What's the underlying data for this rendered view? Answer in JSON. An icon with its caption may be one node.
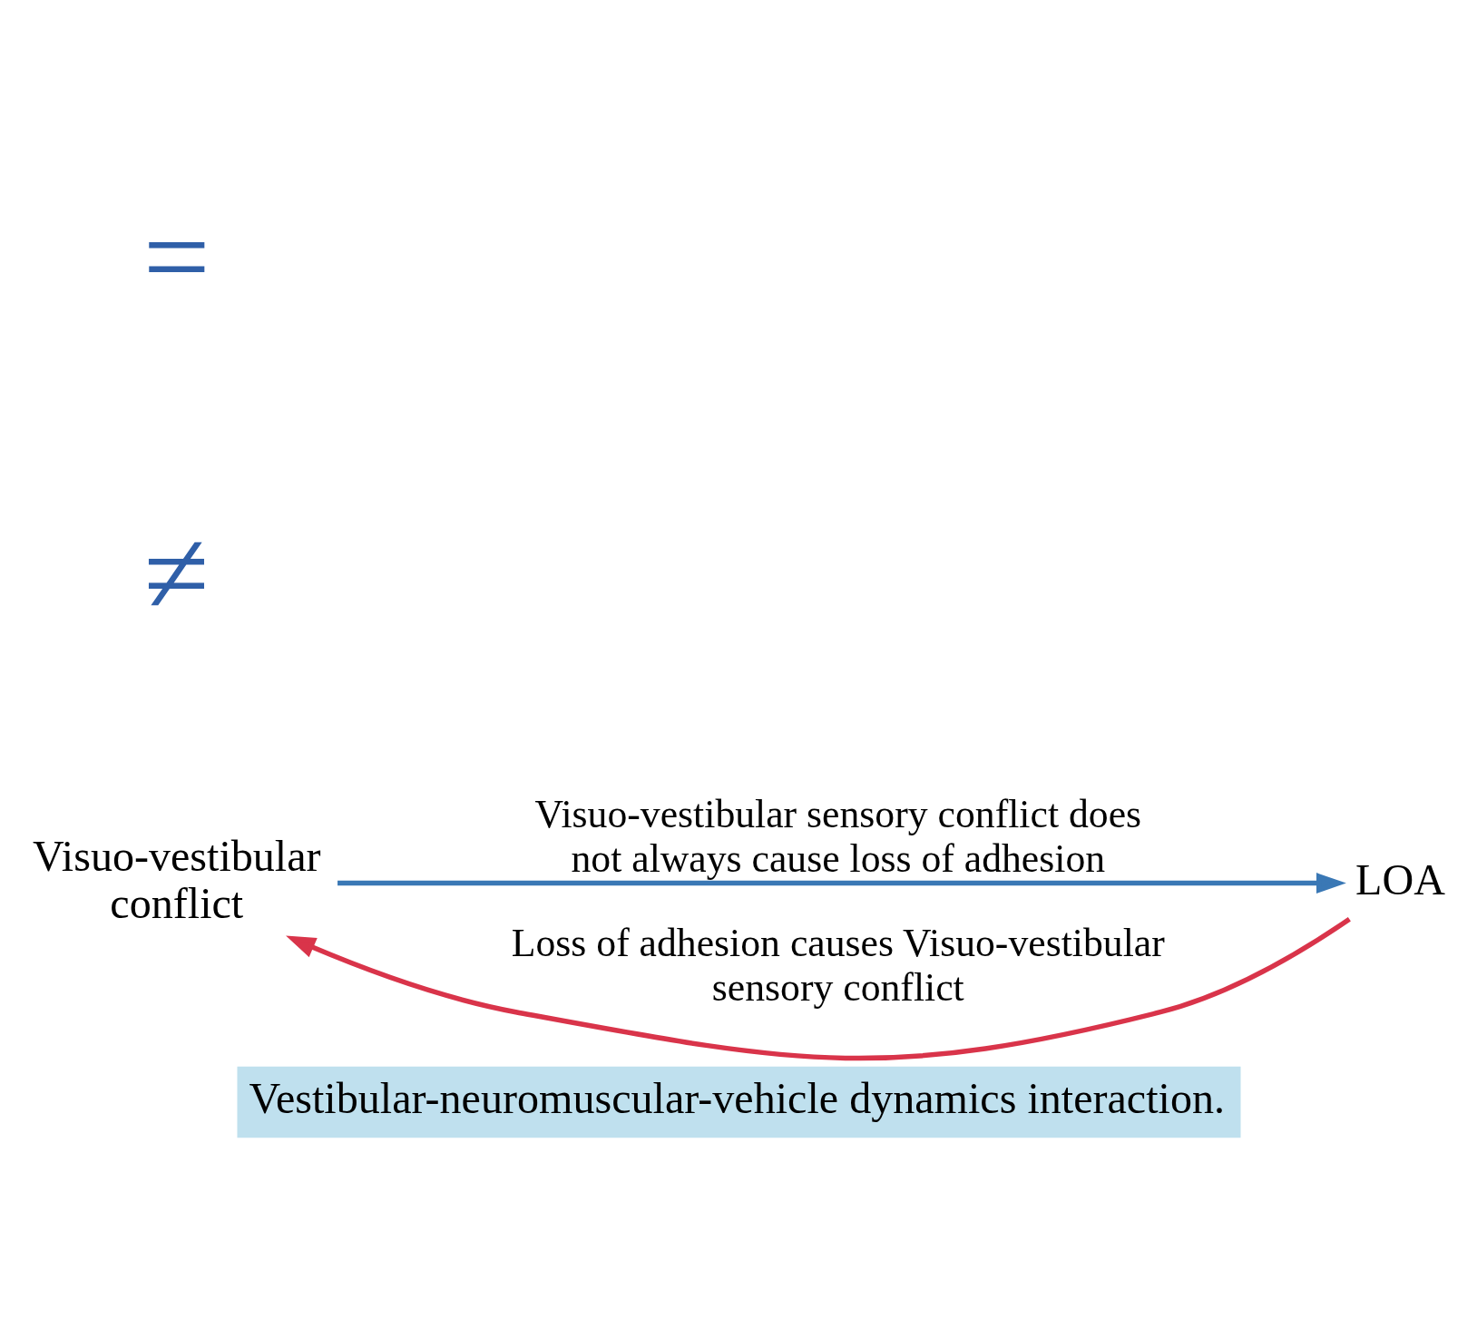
{
  "diagram": {
    "caption": "Vestibular-neuromuscular-vehicle dynamics interaction.",
    "nodes": [
      {
        "text": [
          "Visuo-vestibular conflict"
        ]
      },
      {
        "text": [
          "LOA"
        ]
      }
    ],
    "edges": [
      {
        "from": 0,
        "to": 1,
        "arrow": "to",
        "label": "Visuo-vestibular sensory conflict does not always cause loss of adhesion",
        "color": "#3a78b5"
      },
      {
        "from": 1,
        "to": 0,
        "arrow": "to",
        "label": "Loss of adhesion causes Visuo-vestibular sensory conflict",
        "color": "#d9344a"
      }
    ],
    "labels": [
      "≠",
      "="
    ]
  }
}
